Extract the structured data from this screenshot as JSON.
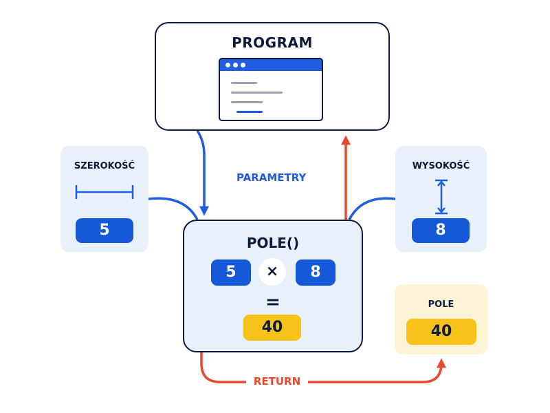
{
  "program": {
    "title": "PROGRAM",
    "window_bar_color": "#1f5ce0",
    "icon": "browser-window-icon"
  },
  "labels": {
    "parameters": "PARAMETRY",
    "return": "RETURN"
  },
  "width_panel": {
    "label": "SZEROKOŚĆ",
    "icon": "horizontal-measure-icon",
    "value": "5"
  },
  "height_panel": {
    "label": "WYSOKOŚĆ",
    "icon": "vertical-measure-icon",
    "value": "8"
  },
  "function_box": {
    "title": "POLE()",
    "left_operand": "5",
    "operator": "×",
    "right_operand": "8",
    "equals": "=",
    "result": "40"
  },
  "result_panel": {
    "label": "POLE",
    "value": "40"
  },
  "colors": {
    "navy": "#0e1a3c",
    "parameter_blue": "#1f5ce0",
    "return_red": "#e8492e",
    "value_yellow": "#f7c21a",
    "panel_blue": "#e8f0fb",
    "panel_yellow": "#fdf3d6"
  }
}
